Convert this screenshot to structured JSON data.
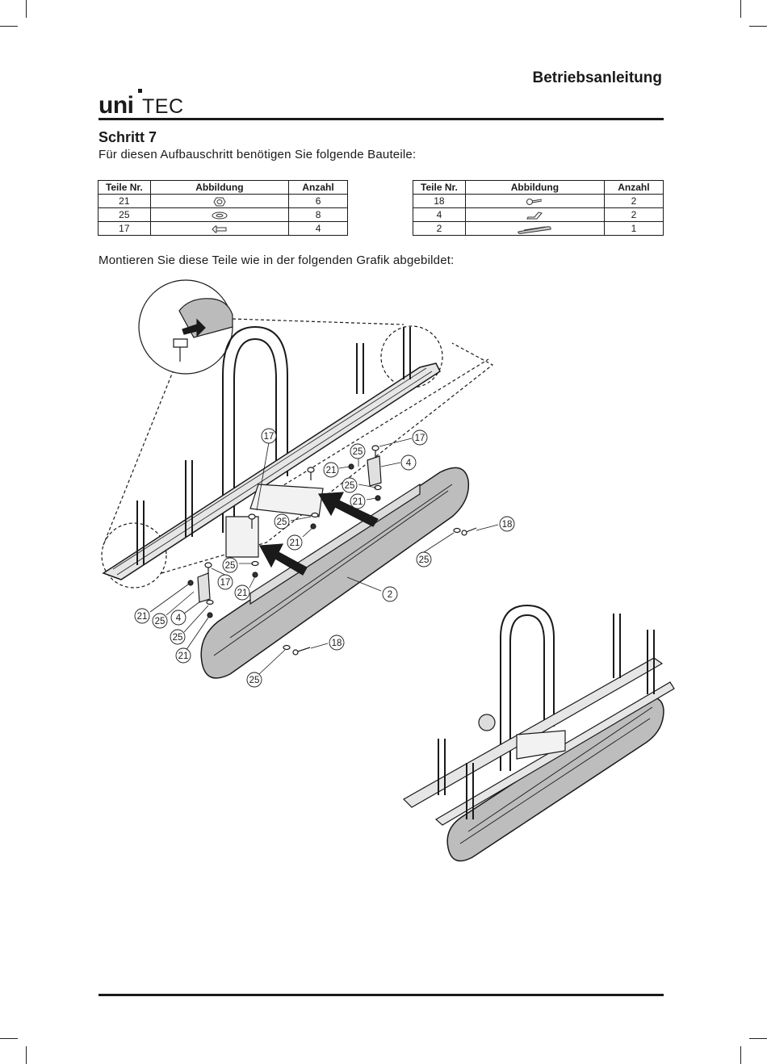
{
  "header": {
    "doc_title": "Betriebsanleitung",
    "logo_text": "uniTEC"
  },
  "step": {
    "title": "Schritt 7",
    "intro": "Für diesen Aufbauschritt benötigen Sie folgende Bauteile:",
    "instruction": "Montieren Sie diese Teile wie in der folgenden Grafik abgebildet:"
  },
  "parts_tables": [
    {
      "headers": [
        "Teile Nr.",
        "Abbildung",
        "Anzahl"
      ],
      "rows": [
        {
          "part": "21",
          "icon": "nut-icon",
          "qty": "6"
        },
        {
          "part": "25",
          "icon": "washer-icon",
          "qty": "8"
        },
        {
          "part": "17",
          "icon": "bolt-icon",
          "qty": "4"
        }
      ]
    },
    {
      "headers": [
        "Teile Nr.",
        "Abbildung",
        "Anzahl"
      ],
      "rows": [
        {
          "part": "18",
          "icon": "screw-icon",
          "qty": "2"
        },
        {
          "part": "4",
          "icon": "bracket-icon",
          "qty": "2"
        },
        {
          "part": "2",
          "icon": "rail-icon",
          "qty": "1"
        }
      ]
    }
  ],
  "callouts": {
    "c17a": "17",
    "c25a": "25",
    "c17b": "17",
    "c21a": "21",
    "c4a": "4",
    "c25b": "25",
    "c21b": "21",
    "c25c": "25",
    "c18a": "18",
    "c21c": "21",
    "c25d": "25",
    "c25e": "25",
    "c17c": "17",
    "c21d": "21",
    "c2": "2",
    "c21e": "21",
    "c25f": "25",
    "c4b": "4",
    "c25g": "25",
    "c21f": "21",
    "c18b": "18",
    "c25h": "25"
  }
}
